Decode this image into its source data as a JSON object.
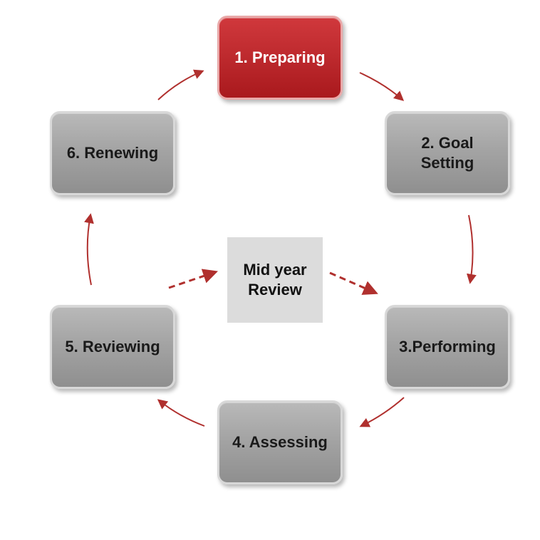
{
  "steps": {
    "s1": "1. Preparing",
    "s2": "2. Goal\nSetting",
    "s3": "3.Performing",
    "s4": "4. Assessing",
    "s5": "5. Reviewing",
    "s6": "6. Renewing"
  },
  "center": {
    "label": "Mid year\nReview"
  },
  "colors": {
    "active_step": "#c0282c",
    "step": "#a6a6a6",
    "center_box": "#dcdcdc",
    "arrow": "#b0302e"
  }
}
